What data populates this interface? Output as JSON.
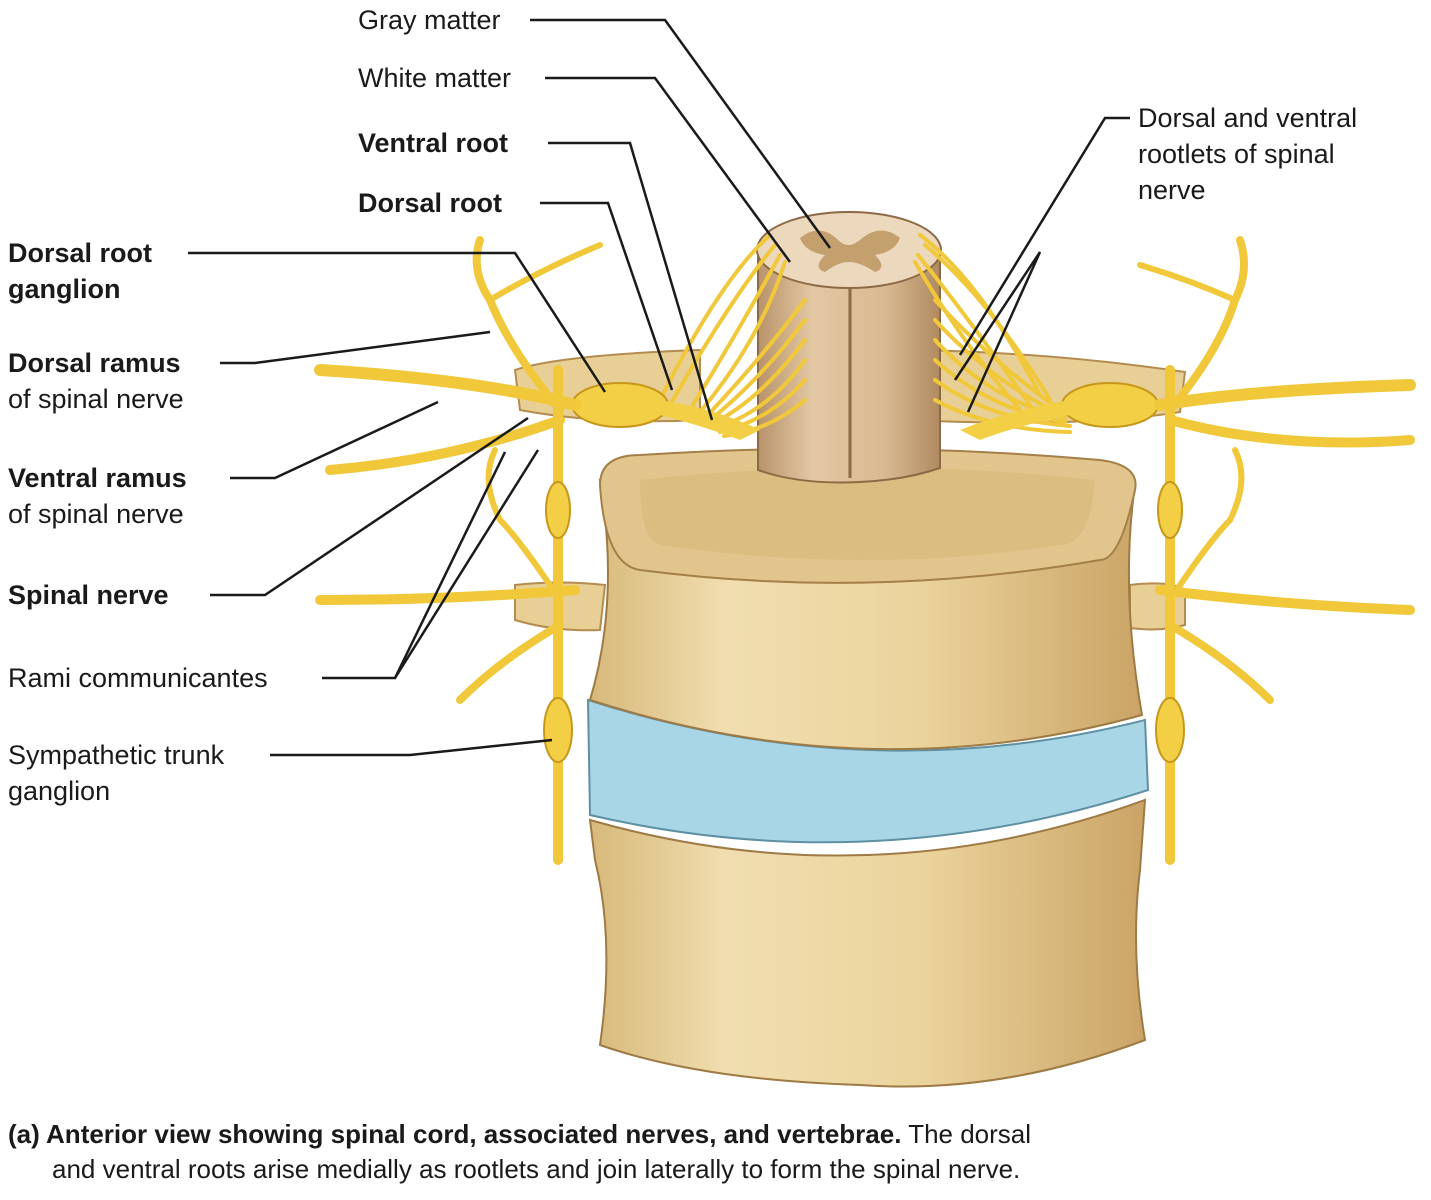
{
  "labels": {
    "gray_matter": "Gray matter",
    "white_matter": "White matter",
    "ventral_root": "Ventral root",
    "dorsal_root": "Dorsal root",
    "dorsal_root_ganglion_1": "Dorsal root",
    "dorsal_root_ganglion_2": "ganglion",
    "dorsal_ramus_1": "Dorsal ramus",
    "dorsal_ramus_2": "of spinal nerve",
    "ventral_ramus_1": "Ventral ramus",
    "ventral_ramus_2": "of spinal nerve",
    "spinal_nerve": "Spinal nerve",
    "rami_communicantes": "Rami communicantes",
    "sympathetic_trunk_1": "Sympathetic trunk",
    "sympathetic_trunk_2": "ganglion",
    "rootlets_1": "Dorsal and ventral",
    "rootlets_2": "rootlets of spinal",
    "rootlets_3": "nerve"
  },
  "caption": {
    "bold": "(a) Anterior view showing spinal cord, associated nerves, and vertebrae.",
    "rest_1": " The dorsal",
    "rest_2": "and ventral roots arise medially as rootlets and join laterally to form the spinal nerve."
  },
  "colors": {
    "bone": "#ecd6a0",
    "bone_dark": "#c9a869",
    "nerve": "#f3cf45",
    "nerve_dark": "#d9a91c",
    "disc": "#a9d6e6",
    "cord": "#d9b791",
    "gray_matter": "#c4a06e"
  }
}
